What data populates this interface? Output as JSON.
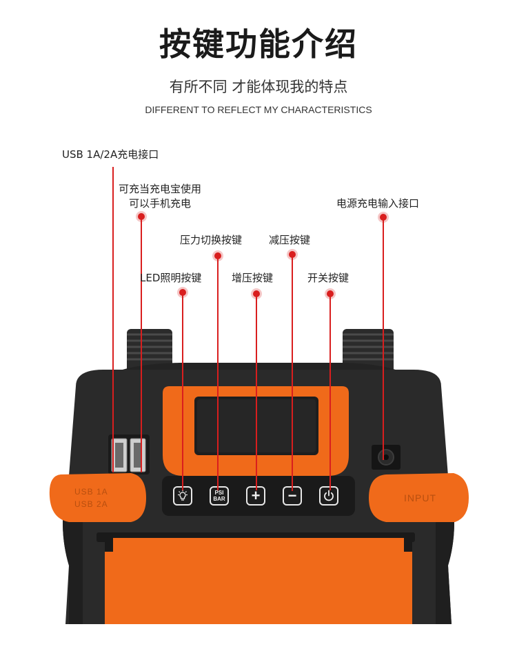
{
  "header": {
    "title": "按键功能介绍",
    "subtitle": "有所不同 才能体现我的特点",
    "subtitle_en": "DIFFERENT TO REFLECT MY CHARACTERISTICS"
  },
  "labels": {
    "usb_port": "USB 1A/2A充电接口",
    "power_bank_line1": "可充当充电宝使用",
    "power_bank_line2": "可以手机充电",
    "power_input": "电源充电输入接口",
    "pressure_switch": "压力切换按键",
    "decrease": "减压按键",
    "led": "LED照明按键",
    "increase": "增压按键",
    "power": "开关按键"
  },
  "device": {
    "usb_cover_line1": "USB 1A",
    "usb_cover_line2": "USB 2A",
    "input_cover": "INPUT",
    "psi_line1": "PSI",
    "psi_line2": "BAR",
    "plus": "+",
    "minus": "−"
  },
  "colors": {
    "body": "#2a2a2a",
    "accent_orange": "#f06a1a",
    "callout_red": "#d91e1e"
  }
}
